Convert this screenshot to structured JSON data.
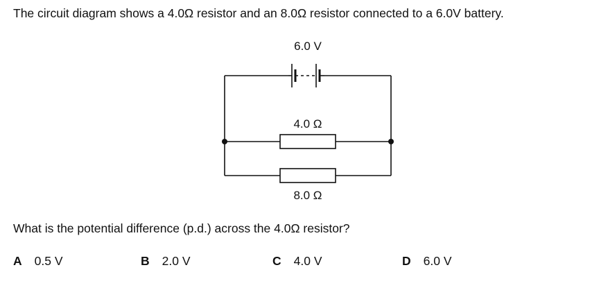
{
  "stem": "The circuit diagram shows a 4.0Ω resistor and an 8.0Ω resistor connected to a 6.0V battery.",
  "diagram": {
    "battery_label": "6.0 V",
    "resistor_top_label": "4.0 Ω",
    "resistor_bottom_label": "8.0 Ω"
  },
  "question": "What is the potential difference (p.d.) across the 4.0Ω resistor?",
  "options": [
    {
      "letter": "A",
      "text": "0.5 V"
    },
    {
      "letter": "B",
      "text": "2.0 V"
    },
    {
      "letter": "C",
      "text": "4.0 V"
    },
    {
      "letter": "D",
      "text": "6.0 V"
    }
  ]
}
